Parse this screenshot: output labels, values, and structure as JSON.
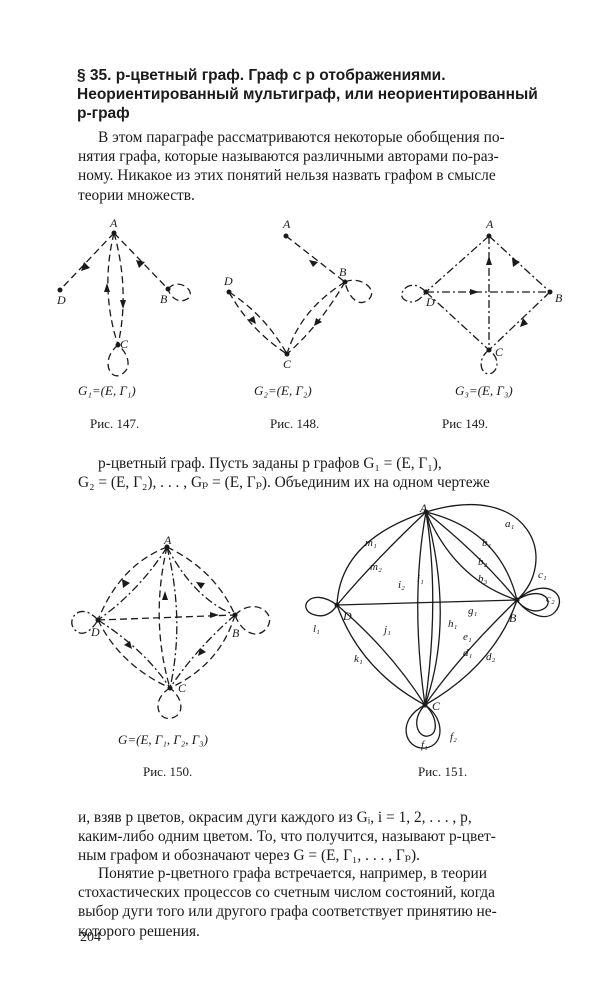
{
  "heading": {
    "line1": "§ 35. p-цветный граф. Граф с p отображениями.",
    "line2": "Неориентированный мультиграф, или неориентированный",
    "line3": "p-граф"
  },
  "intro": {
    "line1": "В этом параграфе рассматриваются некоторые обобщения по-",
    "line2": "нятия графа, которые называются различными авторами по-раз-",
    "line3": "ному. Никакое из этих понятий нельзя назвать графом в смысле",
    "line4": "теории множеств."
  },
  "figures": {
    "fig147": {
      "caption": "Рис. 147.",
      "formula": "G₁=(E, Γ₁)",
      "nodes": {
        "a": "A",
        "b": "B",
        "c": "C",
        "d": "D"
      }
    },
    "fig148": {
      "caption": "Рис. 148.",
      "formula": "G₂=(E, Γ₂)",
      "nodes": {
        "a": "A",
        "b": "B",
        "c": "C",
        "d": "D"
      }
    },
    "fig149": {
      "caption": "Рис 149.",
      "formula": "G₃=(E, Γ₃)",
      "nodes": {
        "a": "A",
        "b": "B",
        "c": "C",
        "d": "D"
      }
    },
    "fig150": {
      "caption": "Рис. 150.",
      "formula": "G=(E, Γ₁, Γ₂, Γ₃)",
      "nodes": {
        "a": "A",
        "b": "B",
        "c": "C",
        "d": "D"
      }
    },
    "fig151": {
      "caption": "Рис. 151.",
      "nodes": {
        "a": "A",
        "b": "B",
        "c": "C",
        "d": "D"
      },
      "edges": {
        "a1": "a₁",
        "b1": "b₁",
        "b2": "b₂",
        "b3": "b₃",
        "c1": "c₁",
        "c2": "c₂",
        "m1": "m₁",
        "m2": "m₂",
        "i1": "i₁",
        "i2": "i₂",
        "l1": "l₁",
        "g1": "g₁",
        "j1": "j₁",
        "h1": "h₁",
        "e1": "e₁",
        "d1": "d₁",
        "d2": "d₂",
        "k1": "k₁",
        "f1": "f₁",
        "f2": "f₂"
      }
    }
  },
  "para2": {
    "line1": "p-цветный граф. Пусть заданы p графов G₁ = (E, Γ₁),",
    "line2": "G₂ = (E, Γ₂), . . . , Gₚ = (E, Γₚ). Объединим их на одном чертеже"
  },
  "para3": {
    "line1": "и, взяв p цветов, окрасим дуги каждого из Gᵢ, i = 1, 2, . . . , p,",
    "line2": "каким-либо одним цветом. То, что получится, называют p-цвет-",
    "line3": "ным графом и обозначают через G = (E, Γ₁, . . . , Γₚ)."
  },
  "para4": {
    "line1": "Понятие p-цветного графа встречается, например, в теории",
    "line2": "стохастических процессов со счетным числом состояний, когда",
    "line3": "выбор дуги того или другого графа соответствует принятию не-",
    "line4": "которого решения."
  },
  "page_number": "204"
}
